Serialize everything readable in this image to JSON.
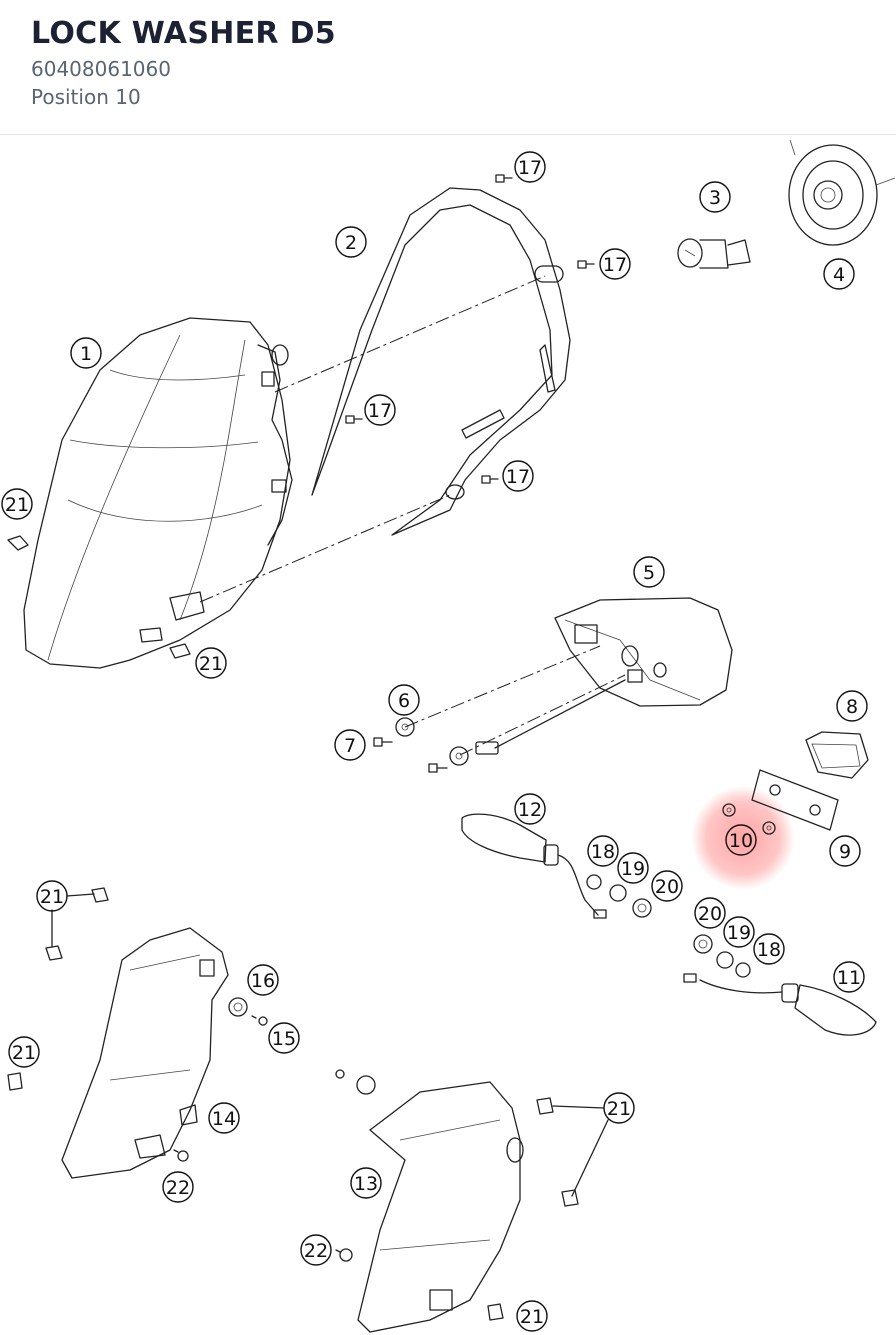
{
  "header": {
    "title": "LOCK WASHER D5",
    "part_number": "60408061060",
    "position": "Position 10"
  },
  "highlight": {
    "label": "10",
    "color": "#ff4d4d"
  },
  "callouts": [
    {
      "label": "1"
    },
    {
      "label": "2"
    },
    {
      "label": "3"
    },
    {
      "label": "4"
    },
    {
      "label": "5"
    },
    {
      "label": "6"
    },
    {
      "label": "7"
    },
    {
      "label": "8"
    },
    {
      "label": "9"
    },
    {
      "label": "10"
    },
    {
      "label": "11"
    },
    {
      "label": "12"
    },
    {
      "label": "13"
    },
    {
      "label": "14"
    },
    {
      "label": "15"
    },
    {
      "label": "16"
    },
    {
      "label": "17"
    },
    {
      "label": "17"
    },
    {
      "label": "17"
    },
    {
      "label": "17"
    },
    {
      "label": "18"
    },
    {
      "label": "18"
    },
    {
      "label": "19"
    },
    {
      "label": "19"
    },
    {
      "label": "20"
    },
    {
      "label": "20"
    },
    {
      "label": "21"
    },
    {
      "label": "21"
    },
    {
      "label": "21"
    },
    {
      "label": "21"
    },
    {
      "label": "21"
    },
    {
      "label": "21"
    },
    {
      "label": "22"
    },
    {
      "label": "22"
    }
  ]
}
